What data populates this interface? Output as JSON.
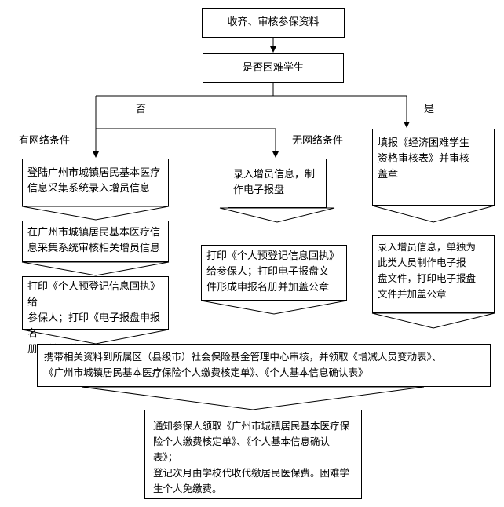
{
  "diagram": {
    "nodes": {
      "collect": "收齐、审核参保资料",
      "decide": "是否困难学生",
      "online_login": "登陆广州市城镇居民基本医疗\n信息采集系统录入增员信息",
      "online_review": "在广州市城镇居民基本医疗信\n息采集系统审核相关增员信息",
      "online_print": "打印《个人预登记信息回执》给\n参保人；打印《电子报盘申报名\n册》并加盖公章",
      "offline_entry": "录入增员信息，制\n作电子报盘",
      "offline_print": "打印《个人预登记信息回执》\n给参保人；打印电子报盘文\n件形成申报名册并加盖公章",
      "poor_apply": "填报《经济困难学生\n资格审核表》并审核\n盖章",
      "poor_entry": "录入增员信息，单独为\n此类人员制作电子报\n盘文件，打印电子报盘\n文件并加盖公章",
      "submit": "携带相关资料到所属区（县级市）社会保险基金管理中心审核，并领取《增减人员变动表》、\n《广州市城镇居民基本医疗保险个人缴费核定单》、《个人基本信息确认表》",
      "notify": "通知参保人领取《广州市城镇居民基本医疗保\n险个人缴费核定单》、《个人基本信息确认表》；\n登记次月由学校代收代缴居民医保费。困难学\n生个人免缴费。"
    },
    "labels": {
      "no": "否",
      "yes": "是",
      "with_network": "有网络条件",
      "without_network": "无网络条件"
    }
  }
}
